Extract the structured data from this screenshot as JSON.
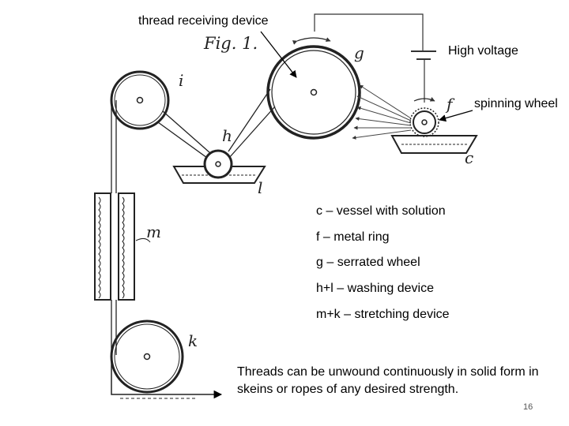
{
  "labels": {
    "thread_receiving_device": "thread receiving device",
    "high_voltage": "High voltage",
    "spinning_wheel": "spinning wheel"
  },
  "figure": {
    "title": "Fig. 1.",
    "letters": {
      "i": "i",
      "h": "h",
      "g": "g",
      "f": "f",
      "c": "c",
      "l": "l",
      "m": "m",
      "k": "k"
    }
  },
  "legend": [
    "c – vessel with solution",
    "f – metal ring",
    "g – serrated wheel",
    "h+l – washing device",
    "m+k – stretching device"
  ],
  "note": "Threads can be unwound continuously in solid form in skeins or ropes of any desired strength.",
  "page_number": "16"
}
